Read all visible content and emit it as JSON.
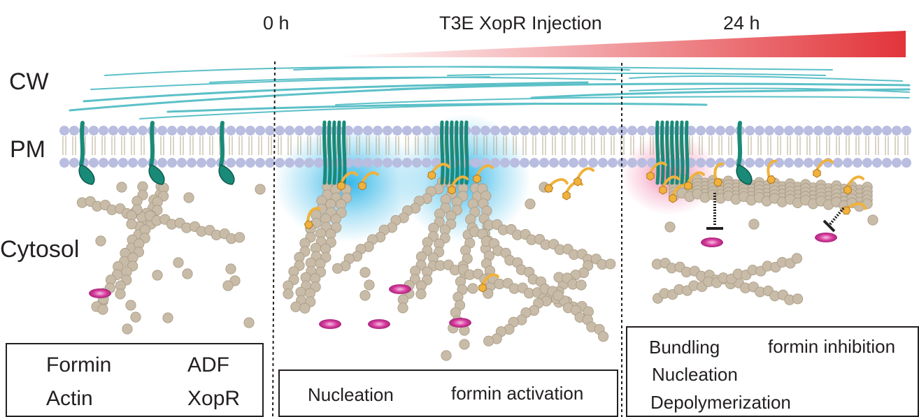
{
  "header": {
    "time_start": "0 h",
    "treatment": "T3E XopR Injection",
    "time_end": "24 h"
  },
  "compartments": {
    "cw": "CW",
    "pm": "PM",
    "cytosol": "Cytosol"
  },
  "legend_main": {
    "formin": "Formin",
    "adf": "ADF",
    "actin": "Actin",
    "xopr": "XopR"
  },
  "legend_mid": {
    "nucleation_up": "Nucleation",
    "formin_activation": "formin activation"
  },
  "legend_right": {
    "bundling_up": "Bundling",
    "formin_inhibition": "formin inhibition",
    "nucleation_down": "Nucleation",
    "depolymerization_down": "Depolymerization"
  },
  "colors": {
    "formin": "#1a8a78",
    "actin": "#c8bba7",
    "adf": "#d63a9c",
    "xopr": "#f0b23c",
    "membrane_head": "#b9bde0",
    "cell_wall": "#5cc0c8",
    "activation_glow": "#22b0e6",
    "inhibition_glow": "#f07aa6",
    "arrow_up": "#6a9a78",
    "arrow_down": "#c98adf",
    "time_gradient": "#e2343a"
  }
}
